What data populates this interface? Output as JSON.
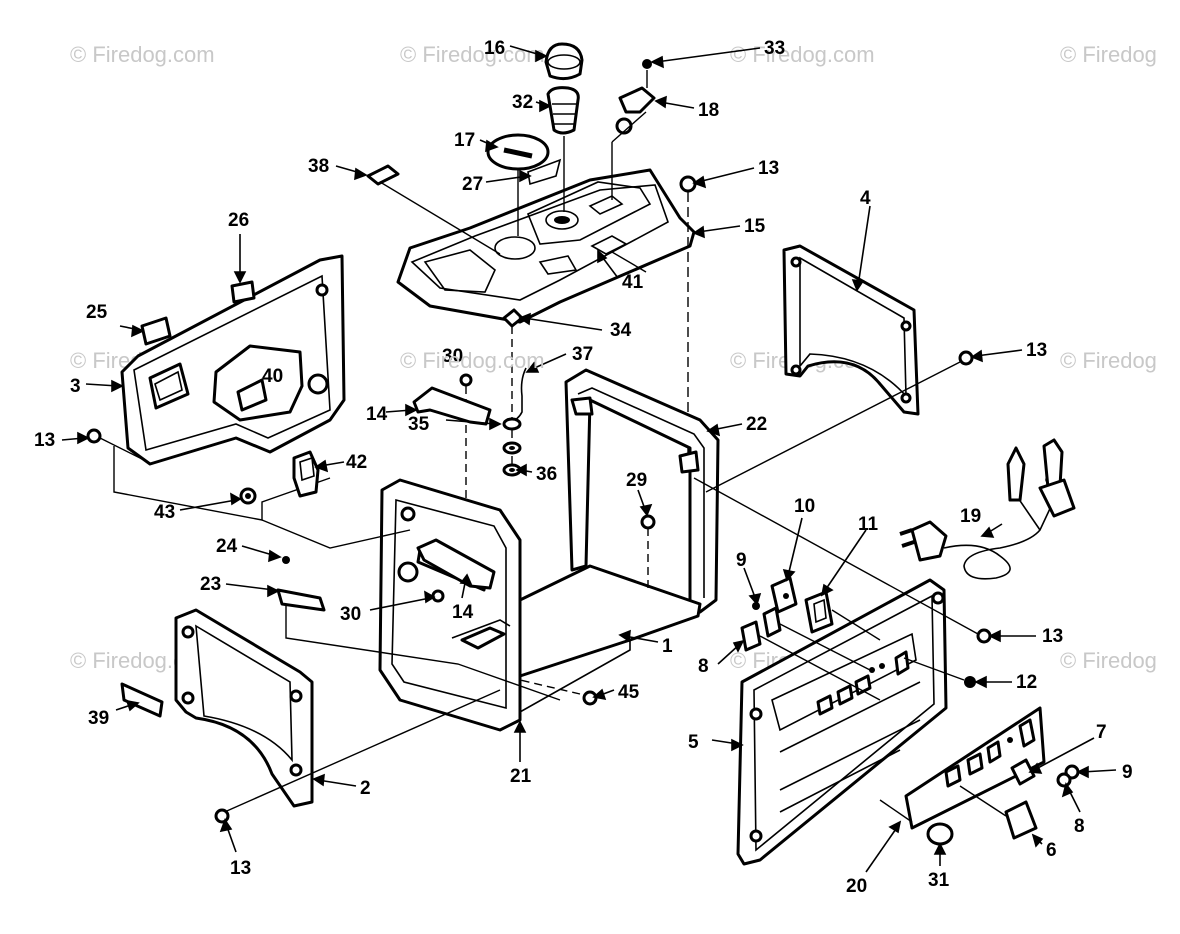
{
  "watermark": "© Firedog.com",
  "watermark_short": "© Firedog",
  "parts": {
    "p1": "1",
    "p2": "2",
    "p3": "3",
    "p4": "4",
    "p5": "5",
    "p6": "6",
    "p7": "7",
    "p8a": "8",
    "p8b": "8",
    "p9a": "9",
    "p9b": "9",
    "p10": "10",
    "p11": "11",
    "p12": "12",
    "p13a": "13",
    "p13b": "13",
    "p13c": "13",
    "p13d": "13",
    "p13e": "13",
    "p14a": "14",
    "p14b": "14",
    "p15": "15",
    "p16": "16",
    "p17": "17",
    "p18": "18",
    "p19": "19",
    "p20": "20",
    "p21": "21",
    "p22": "22",
    "p23": "23",
    "p24": "24",
    "p25": "25",
    "p26": "26",
    "p27": "27",
    "p29": "29",
    "p30a": "30",
    "p30b": "30",
    "p31": "31",
    "p32": "32",
    "p33": "33",
    "p34": "34",
    "p35": "35",
    "p36": "36",
    "p37": "37",
    "p38": "38",
    "p39": "39",
    "p40": "40",
    "p41": "41",
    "p42": "42",
    "p43": "43",
    "p45": "45"
  }
}
